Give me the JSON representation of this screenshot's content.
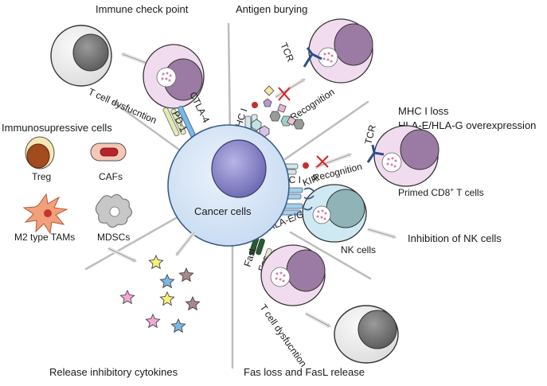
{
  "sections": {
    "immune_checkpoint": "Immune check point",
    "antigen_burying": "Antigen burying",
    "mhc_loss_line1": "MHC I loss",
    "mhc_loss_line2": "HLA-E/HLA-G overexpression",
    "immunosuppressive": "Immunosupressive cells",
    "inhibition_nk": "Inhibition of NK cells",
    "release_cytokines": "Release inhibitory cytokines",
    "fas_loss": "Fas loss and FasL release"
  },
  "center": {
    "label": "Cancer cells"
  },
  "labels": {
    "tcell_dysfunction_top": "T cell dysfucntion",
    "tcell_dysfunction_bottom": "T cell dysfucntion",
    "ctla4": "CTLA-4",
    "pd1": "PD-1",
    "mhc1_top": "MHC I",
    "tcr_top": "TCR",
    "recognition_top": "Recognition",
    "mhc1_right": "MHC I",
    "tcr_right": "TCR",
    "recognition_right": "Recognition",
    "primed_cd8": "Primed CD8",
    "primed_cd8_sup": "+",
    "primed_cd8_tail": " T cells",
    "kir": "KIR",
    "hla_eg": "HLA-E/G",
    "nk_cells": "NK cells",
    "fasl": "FasL",
    "fas": "Fas",
    "treg": "Treg",
    "cafs": "CAFs",
    "m2_tams": "M2 type TAMs",
    "mdscs": "MDSCs"
  },
  "colors": {
    "cancer_cell": "#c9dcf2",
    "nucleus": "#7d79c0",
    "tcell": "#f1dcef",
    "tcell_nucleus": "#9b7ba3",
    "nk_cell": "#cfe9f3",
    "nk_nucleus": "#8fb3b7",
    "divider": "#bdbdbd",
    "arrow": "#d4d4d4",
    "cross": "#e02020",
    "tcr": "#2d4f86"
  },
  "cytokine_colors": [
    "#f7ef7a",
    "#f5a8d6",
    "#7ab8e6",
    "#a88a8a"
  ]
}
